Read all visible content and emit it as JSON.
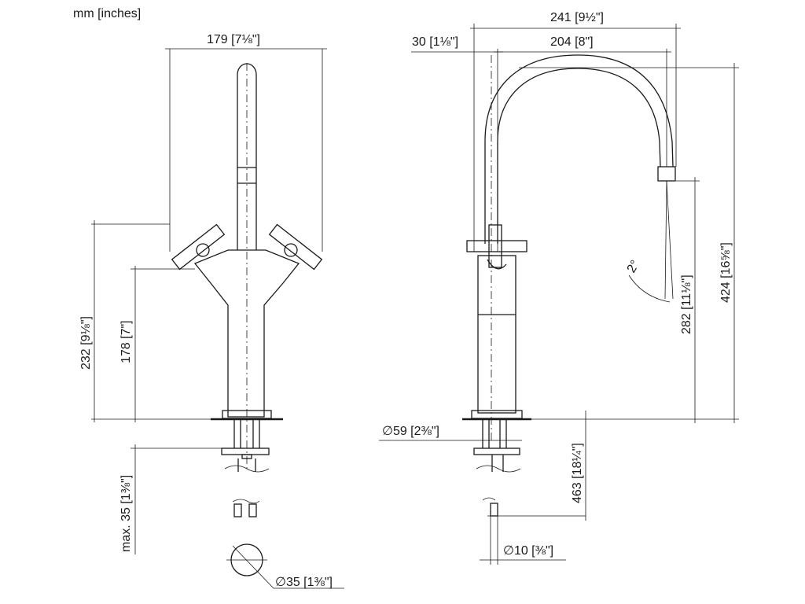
{
  "units_label": "mm [inches]",
  "front": {
    "width": "179 [7⅛\"]",
    "height_handles": "232 [9⅛\"]",
    "height_body": "178 [7\"]",
    "max_thickness": "max. 35 [1⅜\"]",
    "hole_diameter": "∅35 [1⅜\"]"
  },
  "side": {
    "reach_total": "241 [9½\"]",
    "reach_spout": "204 [8\"]",
    "offset": "30 [1⅛\"]",
    "total_height": "424 [16⅝\"]",
    "spout_height": "282 [11⅛\"]",
    "swivel_angle": "2°",
    "base_diameter": "∅59 [2⅜\"]",
    "hose_length": "463 [18¼\"]",
    "hose_diameter": "∅10 [⅜\"]"
  }
}
